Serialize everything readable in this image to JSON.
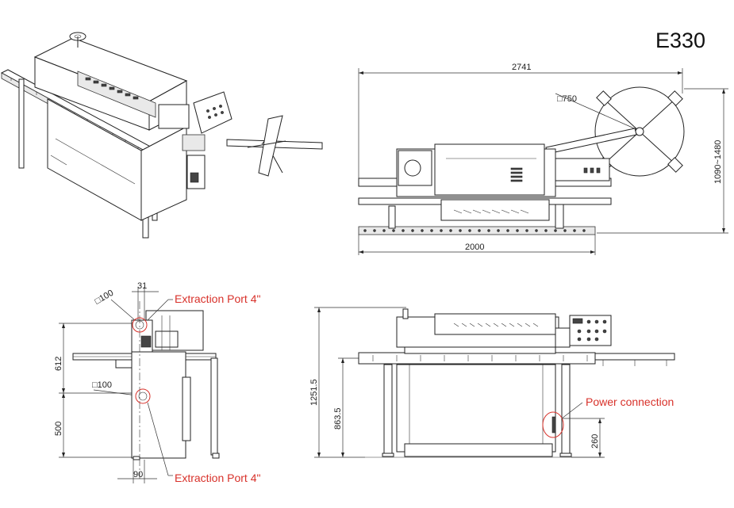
{
  "model": "E330",
  "colors": {
    "line": "#222222",
    "callout": "#d8312a",
    "background": "#ffffff"
  },
  "top_view": {
    "overall_length": "2741",
    "base_length": "2000",
    "height_range": "1090~1480",
    "reel_diameter": "□750"
  },
  "side_view": {
    "offset_top": "31",
    "offset_bottom": "90",
    "port_upper_size": "□100",
    "port_lower_size": "□100",
    "upper_height": "612",
    "lower_height": "500",
    "extraction_port_upper": "Extraction Port 4\"",
    "extraction_port_lower": "Extraction Port 4\""
  },
  "front_view": {
    "total_height": "1251.5",
    "table_height": "863.5",
    "power_height": "260",
    "power_connection": "Power connection"
  }
}
